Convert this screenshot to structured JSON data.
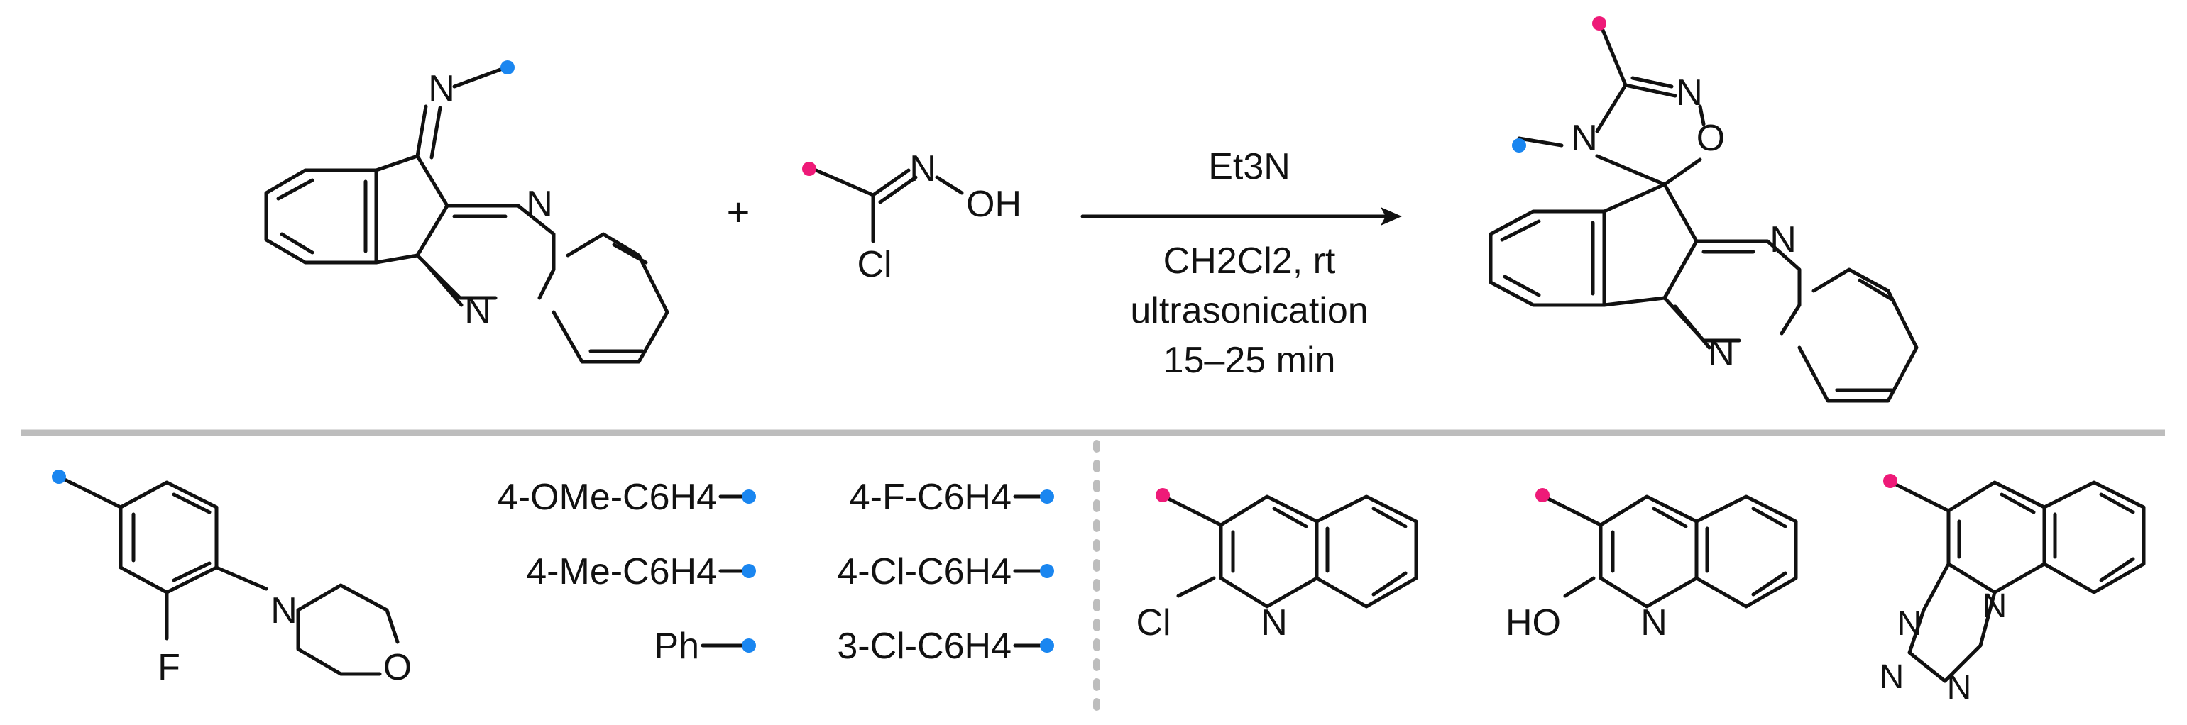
{
  "colors": {
    "blue_marker": "#1a86f0",
    "pink_marker": "#ee1a78",
    "bond": "#111111",
    "divider": "#bdbdbd",
    "dotted_divider": "#bdbdbd"
  },
  "reaction": {
    "plus": "+",
    "reagent": "Et3N",
    "condition_line1": "CH2Cl2, rt",
    "condition_line2": "ultrasonication",
    "condition_line3": "15–25 min"
  },
  "atoms": {
    "N": "N",
    "OH": "OH",
    "O": "O",
    "Cl": "Cl",
    "F": "F",
    "HO": "HO"
  },
  "amine_substituents": [
    "4-OMe-C6H4",
    "4-F-C6H4",
    "4-Me-C6H4",
    "4-Cl-C6H4",
    "Ph",
    "3-Cl-C6H4"
  ],
  "labels": {
    "blue_marker": "blue-dot-icon",
    "pink_marker": "pink-dot-icon"
  }
}
